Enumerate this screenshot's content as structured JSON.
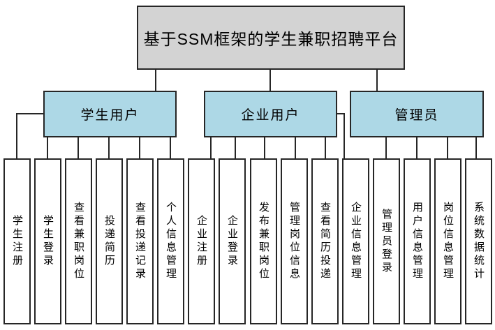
{
  "diagram": {
    "title": "基于SSM框架的学生兼职招聘平台",
    "branches": [
      {
        "label": "学生用户",
        "children": [
          "学生注册",
          "学生登录",
          "查看兼职岗位",
          "投递简历",
          "查看投递记录",
          "个人信息管理"
        ]
      },
      {
        "label": "企业用户",
        "children": [
          "企业注册",
          "企业登录",
          "发布兼职岗位",
          "管理岗位信息",
          "查看简历投递",
          "企业信息管理"
        ]
      },
      {
        "label": "管理员",
        "children": [
          "管理员登录",
          "用户信息管理",
          "岗位信息管理",
          "系统数据统计"
        ]
      }
    ],
    "colors": {
      "root_fill": "#d3d3d3",
      "branch_fill": "#add8e6",
      "leaf_fill": "#ffffff",
      "border": "#262626",
      "line": "#262626",
      "text": "#000000"
    }
  }
}
